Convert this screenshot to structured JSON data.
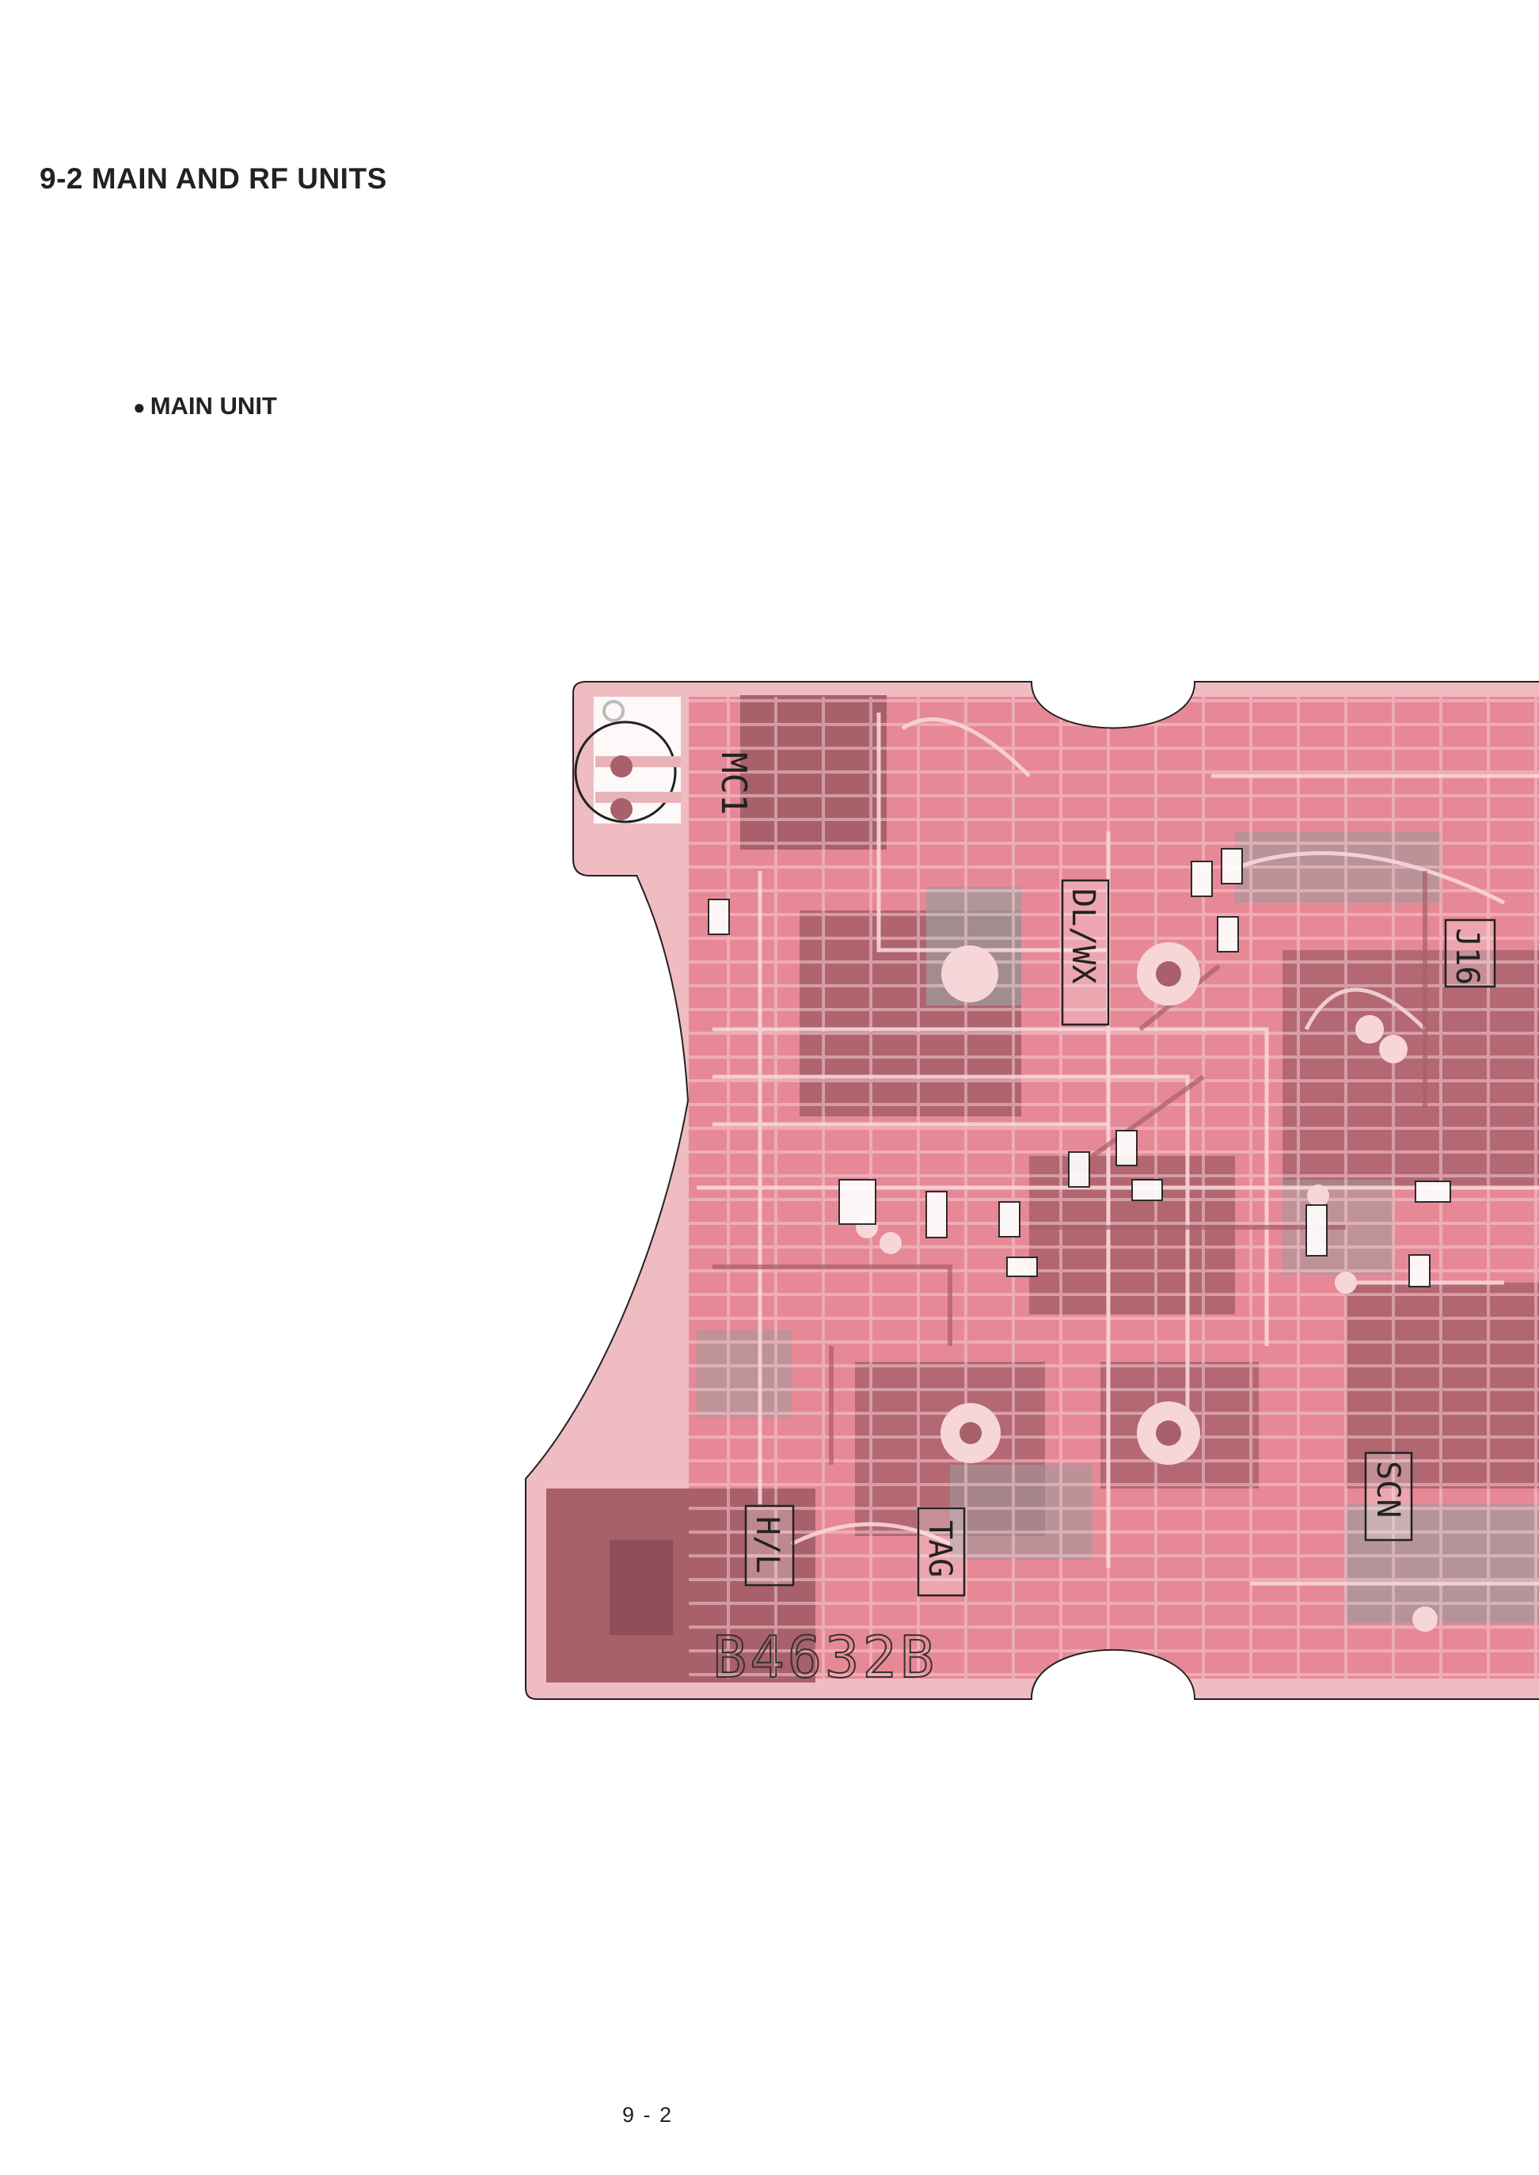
{
  "page": {
    "section_title": "9-2  MAIN AND RF UNITS",
    "unit_heading": "MAIN UNIT",
    "page_number": "9 - 2"
  },
  "board": {
    "board_id": "B4632B",
    "labels": {
      "mc1": "MC1",
      "dlwx": "DL/WX",
      "j16": "J16",
      "scn": "SCN",
      "hl": "H/L",
      "tag": "TAG"
    },
    "colors": {
      "board_fill": "#e8b3b8",
      "copper_pink": "#e57f8e",
      "copper_maroon": "#a8606a",
      "ground_gray": "#9e9a9a",
      "trace_light": "#f4c9cf",
      "outline": "#222222"
    }
  }
}
